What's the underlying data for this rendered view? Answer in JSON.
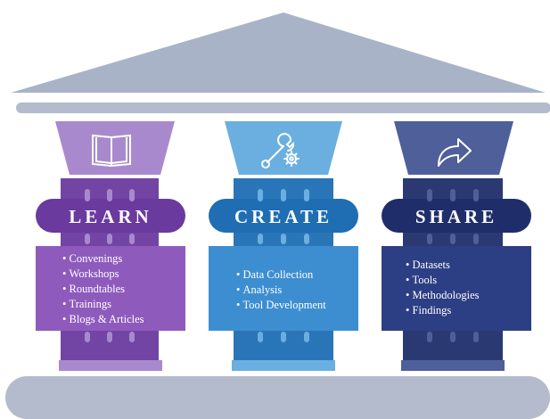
{
  "colors": {
    "roof": "#a9b3c8",
    "base": "#b3bbcc",
    "learn_light": "#a989cd",
    "learn_main": "#8e5bbd",
    "learn_dark": "#6a3a9e",
    "create_light": "#6aafe0",
    "create_main": "#3d8ed0",
    "create_dark": "#1f6eb3",
    "share_light": "#4f5f9a",
    "share_main": "#2c3e84",
    "share_dark": "#1f2e6a"
  },
  "pillars": [
    {
      "title": "LEARN",
      "icon": "book-icon",
      "items": [
        "Convenings",
        "Workshops",
        "Roundtables",
        "Trainings",
        "Blogs & Articles"
      ]
    },
    {
      "title": "CREATE",
      "icon": "wrench-gear-icon",
      "items": [
        "Data Collection",
        "Analysis",
        "Tool Development"
      ]
    },
    {
      "title": "SHARE",
      "icon": "share-arrow-icon",
      "items": [
        "Datasets",
        "Tools",
        "Methodologies",
        "Findings"
      ]
    }
  ]
}
